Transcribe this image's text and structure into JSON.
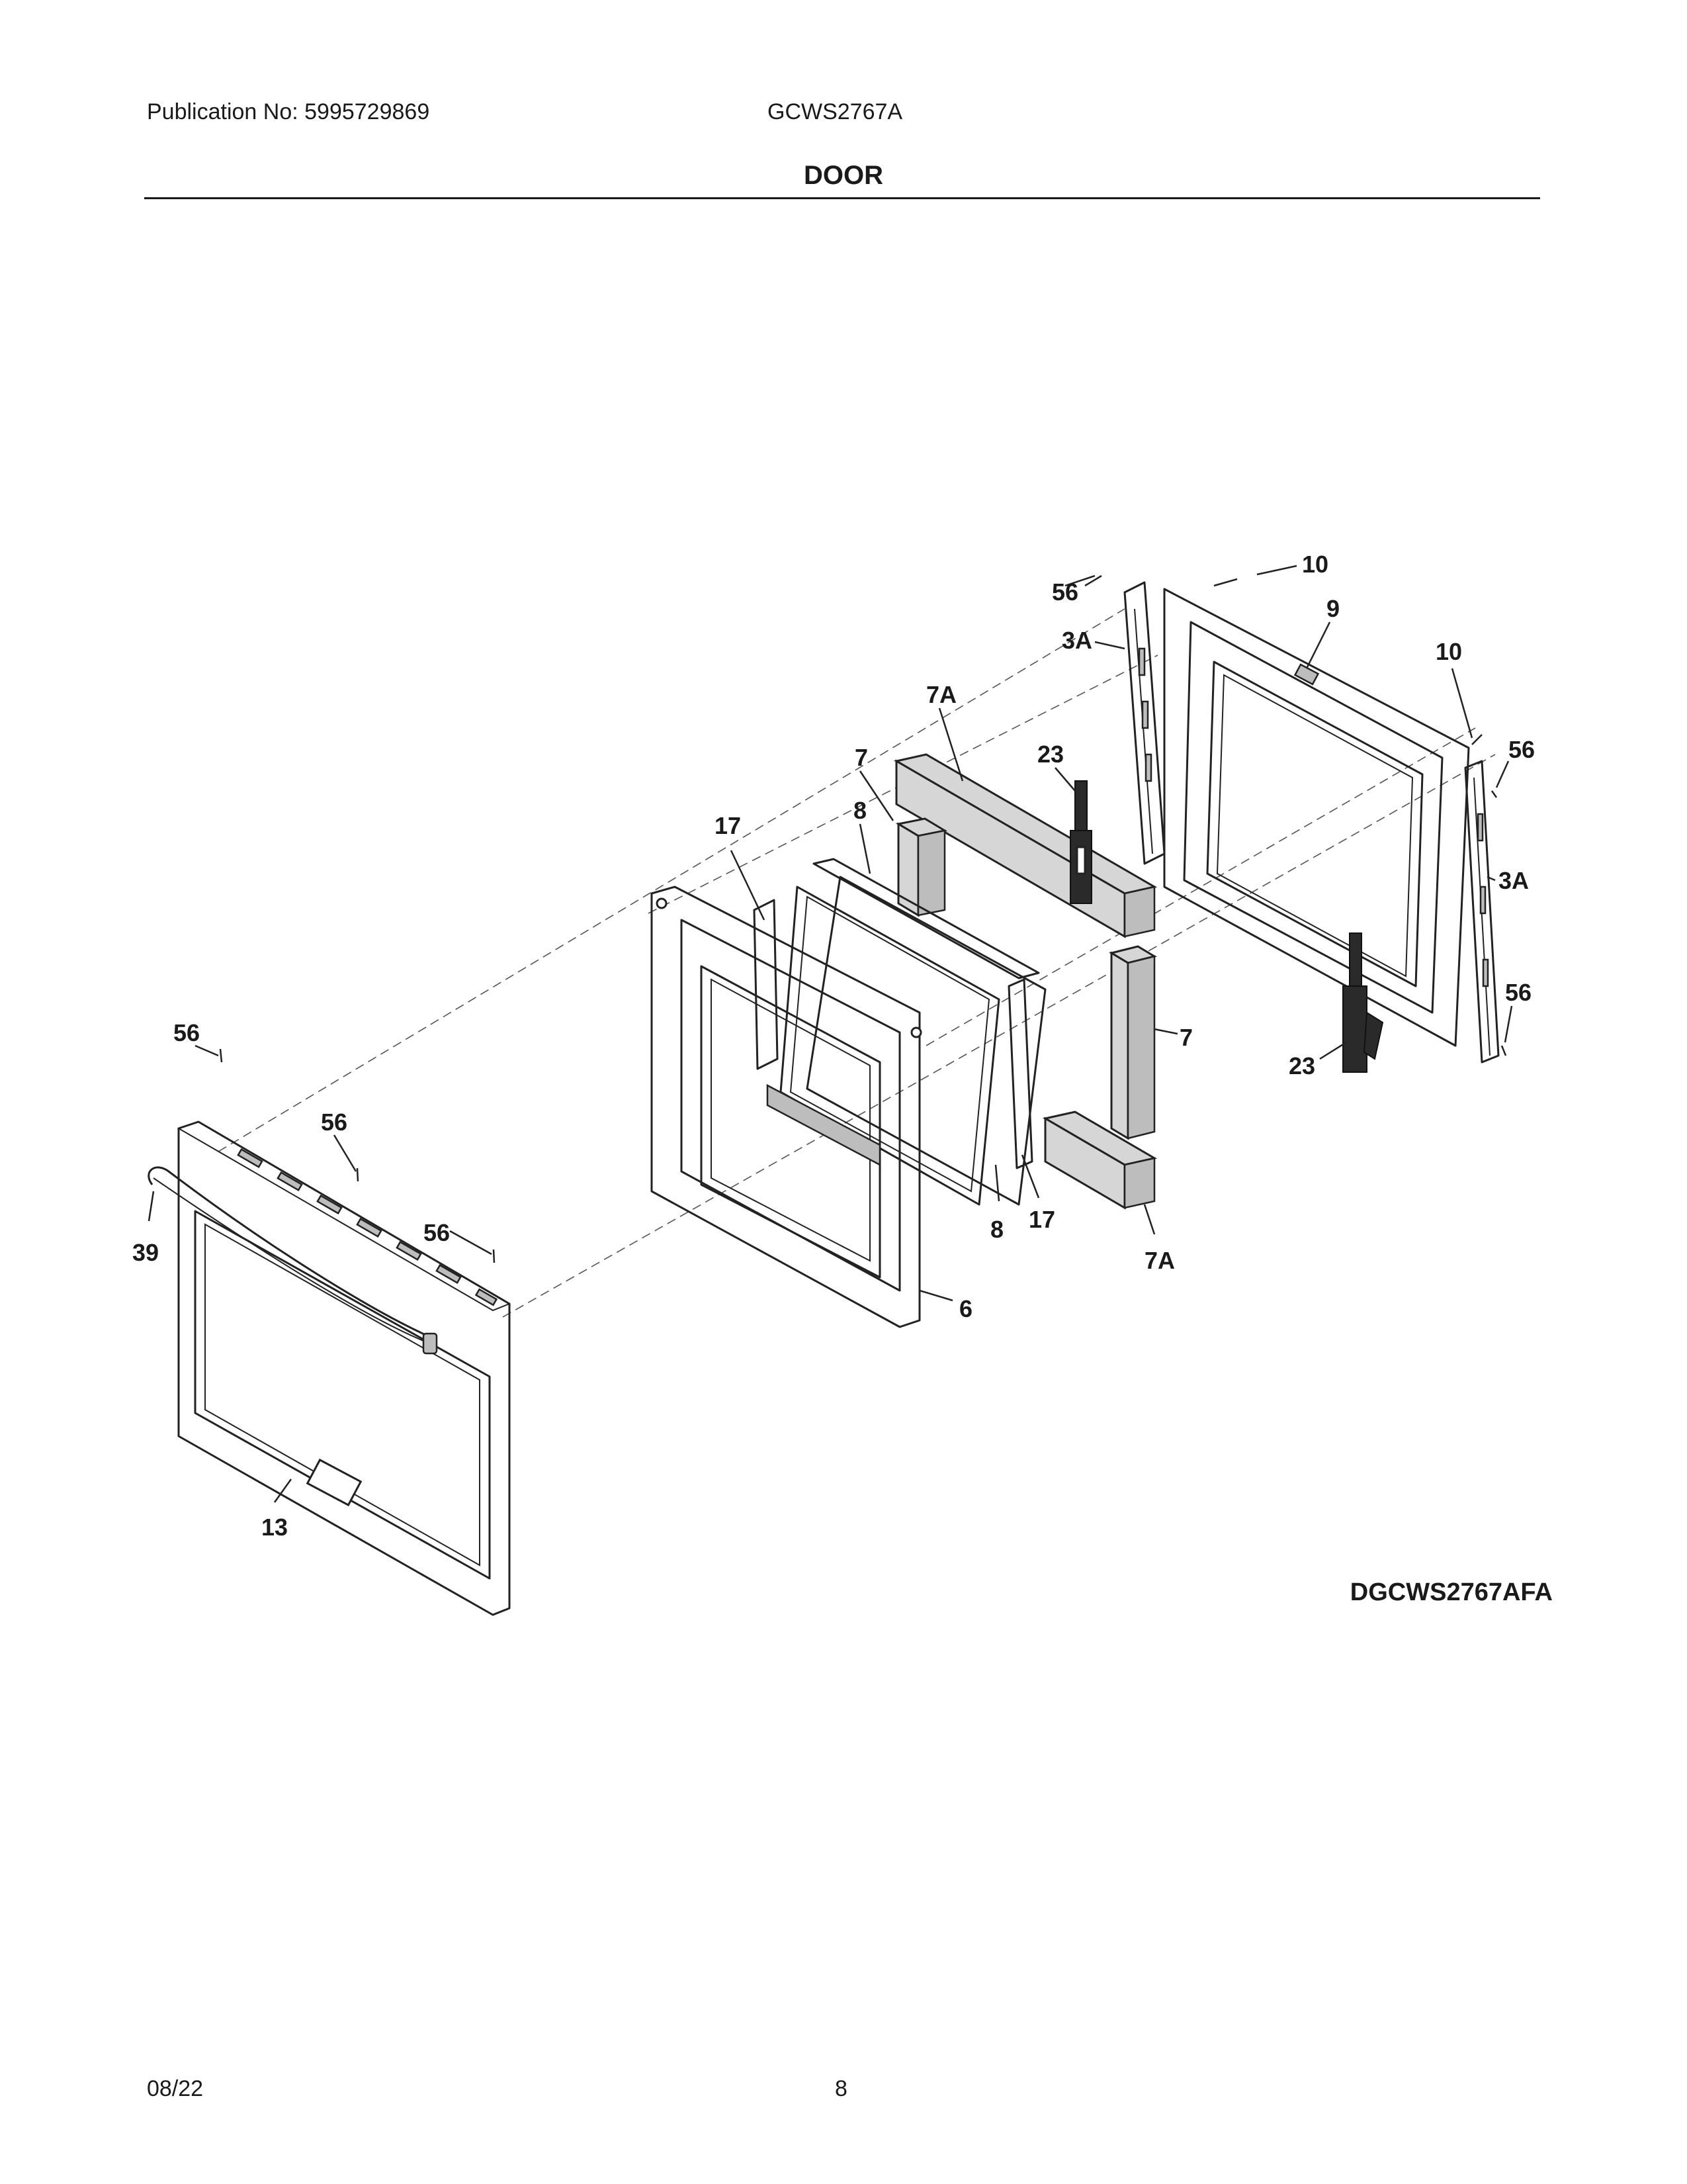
{
  "header": {
    "publication": "Publication No: 5995729869",
    "model": "GCWS2767A",
    "section_title": "DOOR"
  },
  "diagram": {
    "code": "DGCWS2767AFA",
    "callouts": {
      "c56_top": "56",
      "c10_top": "10",
      "c9": "9",
      "c3a_top": "3A",
      "c7a_top": "7A",
      "c10_right": "10",
      "c56_right_top": "56",
      "c7_top": "7",
      "c23_top": "23",
      "c8_top": "8",
      "c17_top": "17",
      "c3a_right": "3A",
      "c56_right_bottom": "56",
      "c7_right": "7",
      "c23_bottom": "23",
      "c56_left_top": "56",
      "c56_left_mid": "56",
      "c56_left_low": "56",
      "c39": "39",
      "c8_bottom": "8",
      "c17_bottom": "17",
      "c7a_bottom": "7A",
      "c6": "6",
      "c13": "13"
    }
  },
  "footer": {
    "date": "08/22",
    "page": "8"
  }
}
